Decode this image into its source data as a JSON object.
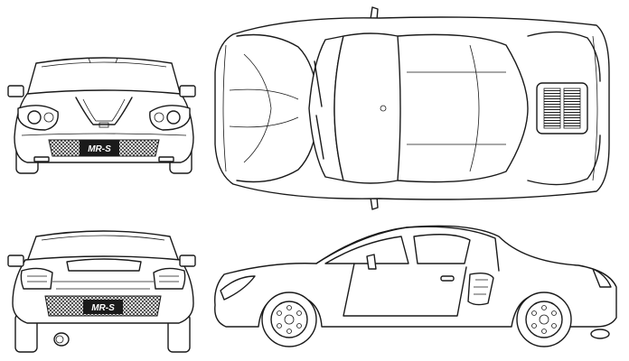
{
  "badges": {
    "front": "MR-S",
    "rear": "MR-S"
  },
  "views": [
    "front-view",
    "top-view",
    "rear-view",
    "side-view"
  ],
  "colors": {
    "line": "#1a1a1a",
    "background": "#ffffff"
  }
}
